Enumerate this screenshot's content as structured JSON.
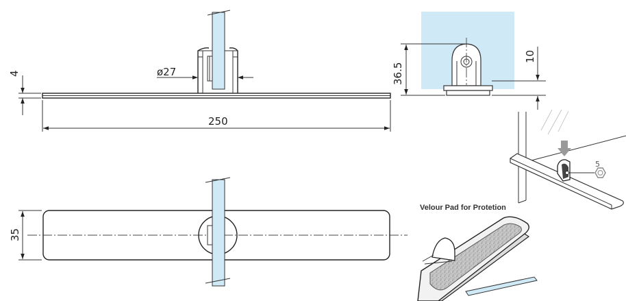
{
  "dimensions": {
    "base_length": "250",
    "base_width": "35",
    "base_thickness": "4",
    "clamp_diameter": "ø27",
    "clamp_height": "36.5",
    "glass_clearance": "10",
    "screw_size": "5"
  },
  "caption": "Velour Pad for Protetion",
  "colors": {
    "glass": "#cfe9f7",
    "glass_edge": "#8fc4e4",
    "line": "#333333",
    "velour": "#bdbdbd",
    "arrow_gray": "#9a9a9a"
  },
  "icons": {
    "screw": "hexagon-screw-icon",
    "press_arrow": "down-arrow-icon"
  }
}
